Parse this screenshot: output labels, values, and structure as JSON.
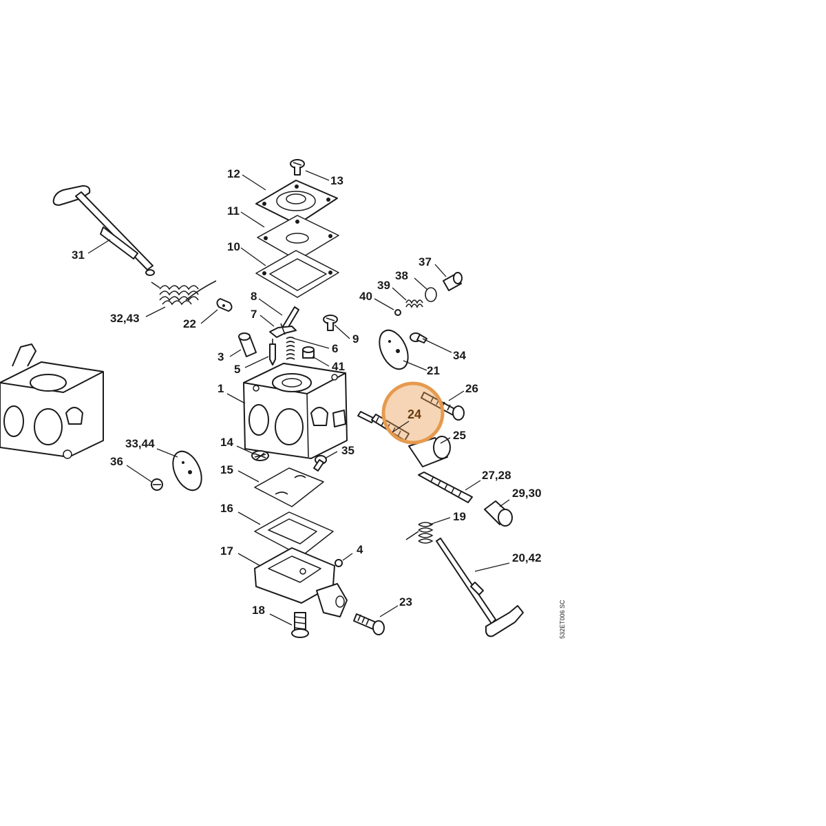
{
  "diagram": {
    "highlight_color": "#e69a4e",
    "drawing_code": "532ET006 SC",
    "labels": {
      "l12": "12",
      "l13": "13",
      "l11": "11",
      "l10": "10",
      "l31": "31",
      "l32_43": "32,43",
      "l22": "22",
      "l37": "37",
      "l38": "38",
      "l39": "39",
      "l40": "40",
      "l8": "8",
      "l7": "7",
      "l9": "9",
      "l6": "6",
      "l3": "3",
      "l5": "5",
      "l41": "41",
      "l34": "34",
      "l21": "21",
      "l1": "1",
      "l26": "26",
      "l24": "24",
      "l25": "25",
      "l33_44": "33,44",
      "l36": "36",
      "l14": "14",
      "l35": "35",
      "l15": "15",
      "l27_28": "27,28",
      "l29_30": "29,30",
      "l16": "16",
      "l19": "19",
      "l20_42": "20,42",
      "l4": "4",
      "l17": "17",
      "l23": "23",
      "l18": "18"
    }
  }
}
